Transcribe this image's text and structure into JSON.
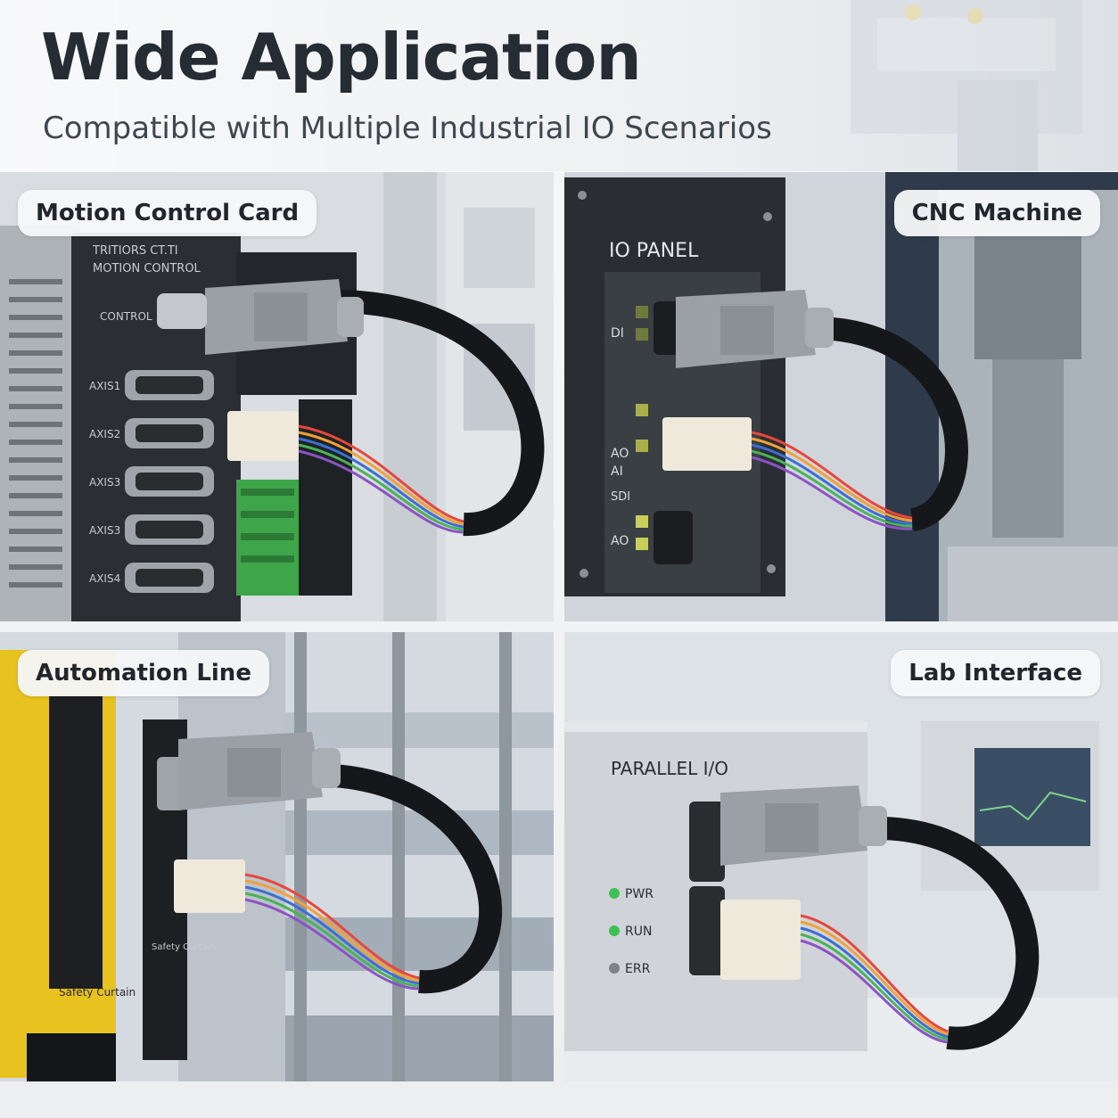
{
  "header": {
    "title": "Wide Application",
    "subtitle": "Compatible with Multiple Industrial IO Scenarios"
  },
  "panels": [
    {
      "label": "Motion Control Card",
      "device_text": [
        "TRITIORS CT.TI",
        "MOTION CONTROL",
        "CONTROL"
      ],
      "port_labels": [
        "AXIS1",
        "AXIS2",
        "AXIS3",
        "AXIS3",
        "AXIS4"
      ]
    },
    {
      "label": "CNC Machine",
      "panel_title": "IO PANEL",
      "port_labels": [
        "DI",
        "AO",
        "AI",
        "SDI",
        "AO"
      ]
    },
    {
      "label": "Automation Line",
      "device_text": [
        "Safety Curtain",
        "Safety Curtain"
      ]
    },
    {
      "label": "Lab Interface",
      "device_title": "PARALLEL I/O",
      "indicators": [
        "PWR",
        "RUN",
        "ERR"
      ]
    }
  ],
  "colors": {
    "title": "#262c33",
    "subtitle": "#3e464e",
    "connector_gray": "#9aa0a6",
    "terminal_white": "#efe9dc",
    "terminal_green": "#3fa54b",
    "cable_black": "#15171a",
    "safety_yellow": "#e8c21e",
    "led_green": "#3fc052"
  },
  "icons": [
    "db-connector-hood-icon",
    "terminal-block-icon",
    "ribbon-wire-icon",
    "status-led-icon"
  ]
}
